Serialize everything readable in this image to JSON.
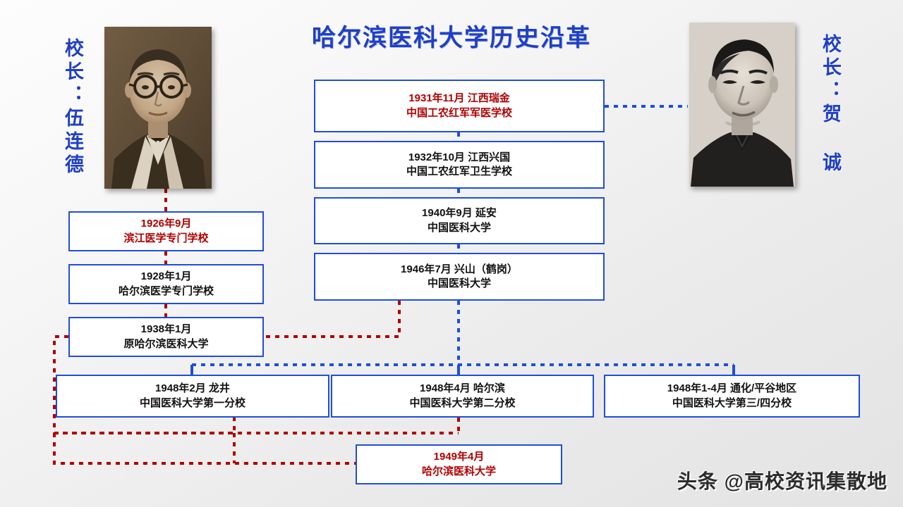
{
  "title": "哈尔滨医科大学历史沿革",
  "captions": {
    "left": "校长：伍连德",
    "right": "校长：贺 诚"
  },
  "photos": {
    "left": "portrait-wu-lien-teh",
    "right": "portrait-he-cheng"
  },
  "colors": {
    "box_border": "#1F4FD8",
    "title": "#1F3FC4",
    "highlight_text": "#B00000",
    "normal_text": "#111111",
    "blue_connector": "#1F4FD8",
    "red_connector": "#B00000"
  },
  "nodes": {
    "n1931": {
      "line1": "1931年11月 江西瑞金",
      "line2": "中国工农红军军医学校",
      "highlight": true
    },
    "n1932": {
      "line1": "1932年10月 江西兴国",
      "line2": "中国工农红军卫生学校",
      "highlight": false
    },
    "n1940": {
      "line1": "1940年9月 延安",
      "line2": "中国医科大学",
      "highlight": false
    },
    "n1946": {
      "line1": "1946年7月 兴山（鹤岗）",
      "line2": "中国医科大学",
      "highlight": false
    },
    "n1926": {
      "line1": "1926年9月",
      "line2": "滨江医学专门学校",
      "highlight": true
    },
    "n1928": {
      "line1": "1928年1月",
      "line2": "哈尔滨医学专门学校",
      "highlight": false
    },
    "n1938": {
      "line1": "1938年1月",
      "line2": "原哈尔滨医科大学",
      "highlight": false
    },
    "n1948a": {
      "line1": "1948年2月 龙井",
      "line2": "中国医科大学第一分校",
      "highlight": false
    },
    "n1948b": {
      "line1": "1948年4月 哈尔滨",
      "line2": "中国医科大学第二分校",
      "highlight": false
    },
    "n1948c": {
      "line1": "1948年1-4月 通化/平谷地区",
      "line2": "中国医科大学第三/四分校",
      "highlight": false
    },
    "n1949": {
      "line1": "1949年4月",
      "line2": "哈尔滨医科大学",
      "highlight": true
    }
  },
  "watermark": "头条 @高校资讯集散地"
}
